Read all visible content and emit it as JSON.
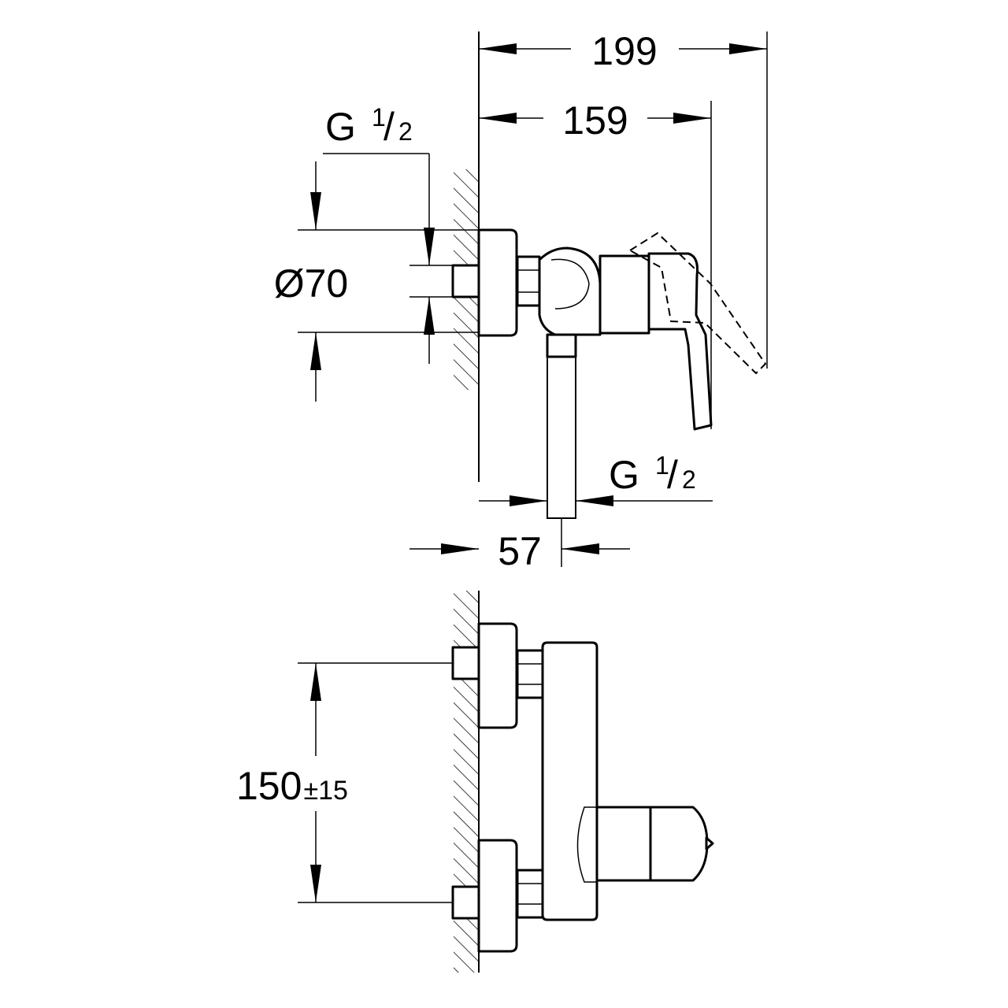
{
  "dimensions": {
    "overall_depth": "199",
    "handle_depth": "159",
    "outlet_offset": "57",
    "rosette_diameter": "Ø70",
    "inlet_thread": {
      "main": "G",
      "num": "1",
      "slash": "/",
      "den": "2"
    },
    "outlet_thread": {
      "main": "G",
      "num": "1",
      "slash": "/",
      "den": "2"
    },
    "inlet_spacing": "150",
    "inlet_spacing_tolerance": "±15"
  },
  "colors": {
    "ink": "#000000",
    "paper": "#ffffff"
  }
}
